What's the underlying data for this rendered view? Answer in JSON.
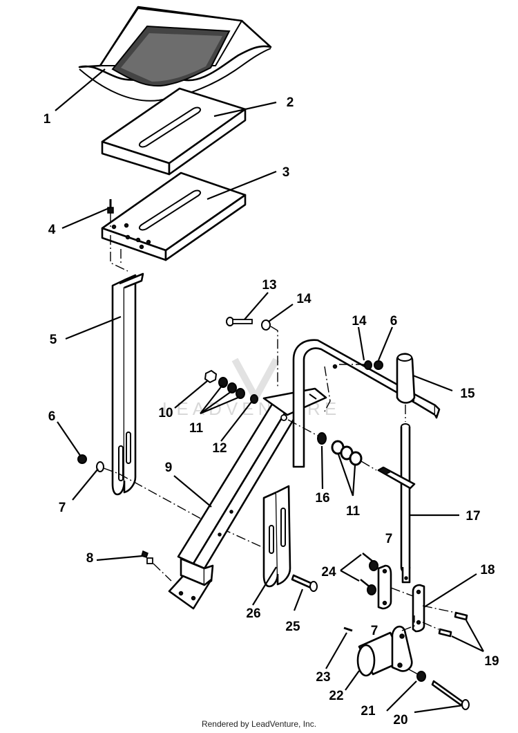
{
  "diagram": {
    "callouts": [
      "1",
      "2",
      "3",
      "4",
      "5",
      "6",
      "7",
      "8",
      "9",
      "10",
      "11",
      "12",
      "13",
      "14",
      "15",
      "16",
      "17",
      "18",
      "19",
      "20",
      "21",
      "22",
      "23",
      "24",
      "25",
      "26"
    ],
    "watermark": "LEADVENTURE"
  },
  "footer": {
    "text": "Rendered by LeadVenture, Inc."
  }
}
